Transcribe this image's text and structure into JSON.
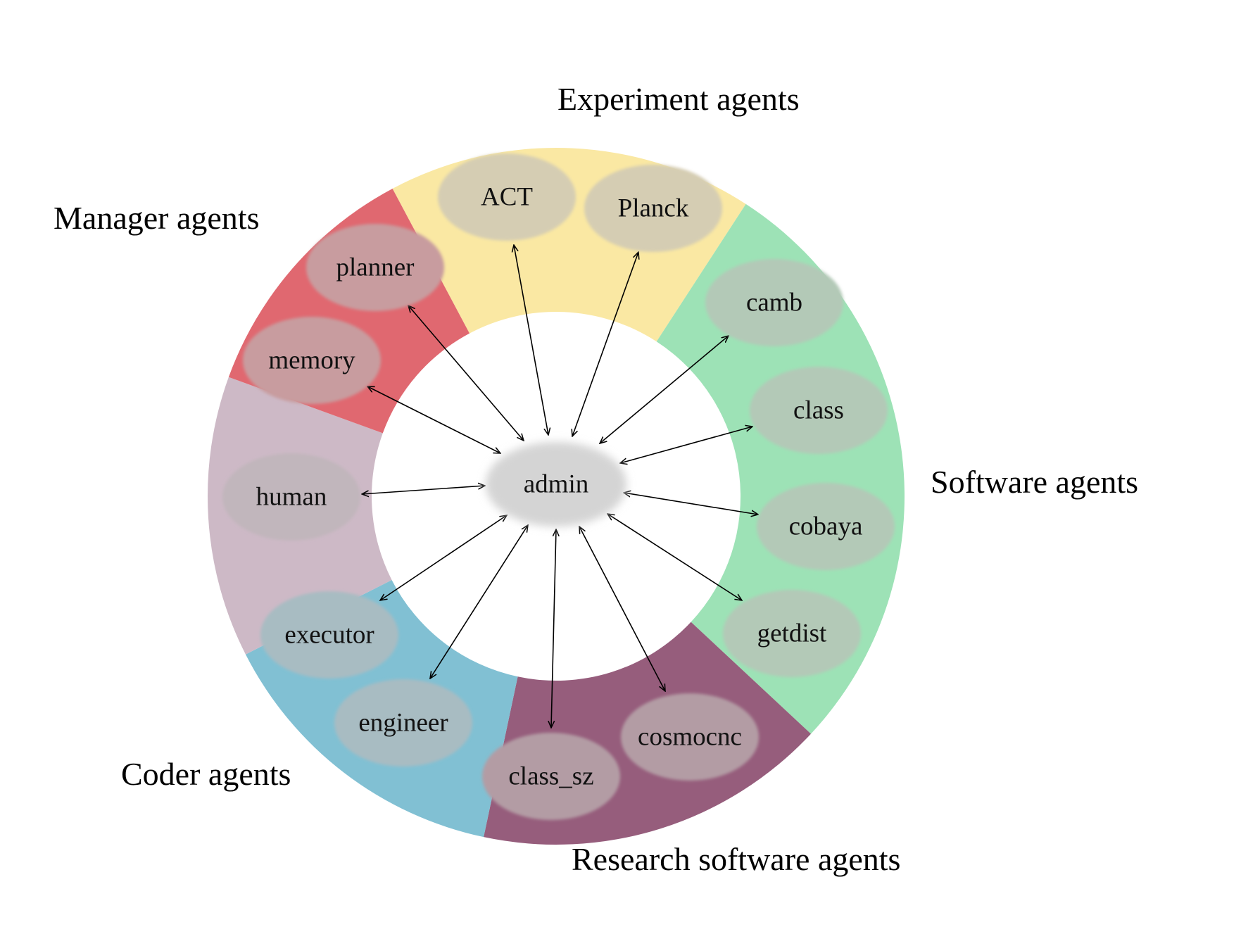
{
  "center": {
    "id": "admin",
    "label": "admin",
    "color": "#d4d4d4"
  },
  "groups": [
    {
      "id": "experiment",
      "label": "Experiment agents",
      "color": "#fae8a3",
      "node_color": "#d5cdb3"
    },
    {
      "id": "software",
      "label": "Software agents",
      "color": "#9de2b6",
      "node_color": "#b3c9b7"
    },
    {
      "id": "research",
      "label": "Research software agents",
      "color": "#965d7c",
      "node_color": "#b39ca4"
    },
    {
      "id": "coder",
      "label": "Coder agents",
      "color": "#81c0d3",
      "node_color": "#a8bcc2"
    },
    {
      "id": "human",
      "label": "",
      "color": "#cdb9c6",
      "node_color": "#c1b6bc"
    },
    {
      "id": "manager",
      "label": "Manager agents",
      "color": "#e06870",
      "node_color": "#c89c9f"
    }
  ],
  "nodes": [
    {
      "id": "act",
      "label": "ACT",
      "group": "experiment"
    },
    {
      "id": "planck",
      "label": "Planck",
      "group": "experiment"
    },
    {
      "id": "camb",
      "label": "camb",
      "group": "software"
    },
    {
      "id": "class",
      "label": "class",
      "group": "software"
    },
    {
      "id": "cobaya",
      "label": "cobaya",
      "group": "software"
    },
    {
      "id": "getdist",
      "label": "getdist",
      "group": "software"
    },
    {
      "id": "cosmocnc",
      "label": "cosmocnc",
      "group": "research"
    },
    {
      "id": "class_sz",
      "label": "class_sz",
      "group": "research"
    },
    {
      "id": "engineer",
      "label": "engineer",
      "group": "coder"
    },
    {
      "id": "executor",
      "label": "executor",
      "group": "coder"
    },
    {
      "id": "human",
      "label": "human",
      "group": "human"
    },
    {
      "id": "memory",
      "label": "memory",
      "group": "manager"
    },
    {
      "id": "planner",
      "label": "planner",
      "group": "manager"
    }
  ],
  "edges": [
    {
      "from": "admin",
      "to": "act",
      "bidirectional": true
    },
    {
      "from": "admin",
      "to": "planck",
      "bidirectional": true
    },
    {
      "from": "admin",
      "to": "camb",
      "bidirectional": true
    },
    {
      "from": "admin",
      "to": "class",
      "bidirectional": true
    },
    {
      "from": "admin",
      "to": "cobaya",
      "bidirectional": true
    },
    {
      "from": "admin",
      "to": "getdist",
      "bidirectional": true
    },
    {
      "from": "admin",
      "to": "cosmocnc",
      "bidirectional": true
    },
    {
      "from": "admin",
      "to": "class_sz",
      "bidirectional": true
    },
    {
      "from": "admin",
      "to": "engineer",
      "bidirectional": true
    },
    {
      "from": "admin",
      "to": "executor",
      "bidirectional": true
    },
    {
      "from": "admin",
      "to": "human",
      "bidirectional": true
    },
    {
      "from": "admin",
      "to": "memory",
      "bidirectional": true
    },
    {
      "from": "admin",
      "to": "planner",
      "bidirectional": true
    }
  ]
}
